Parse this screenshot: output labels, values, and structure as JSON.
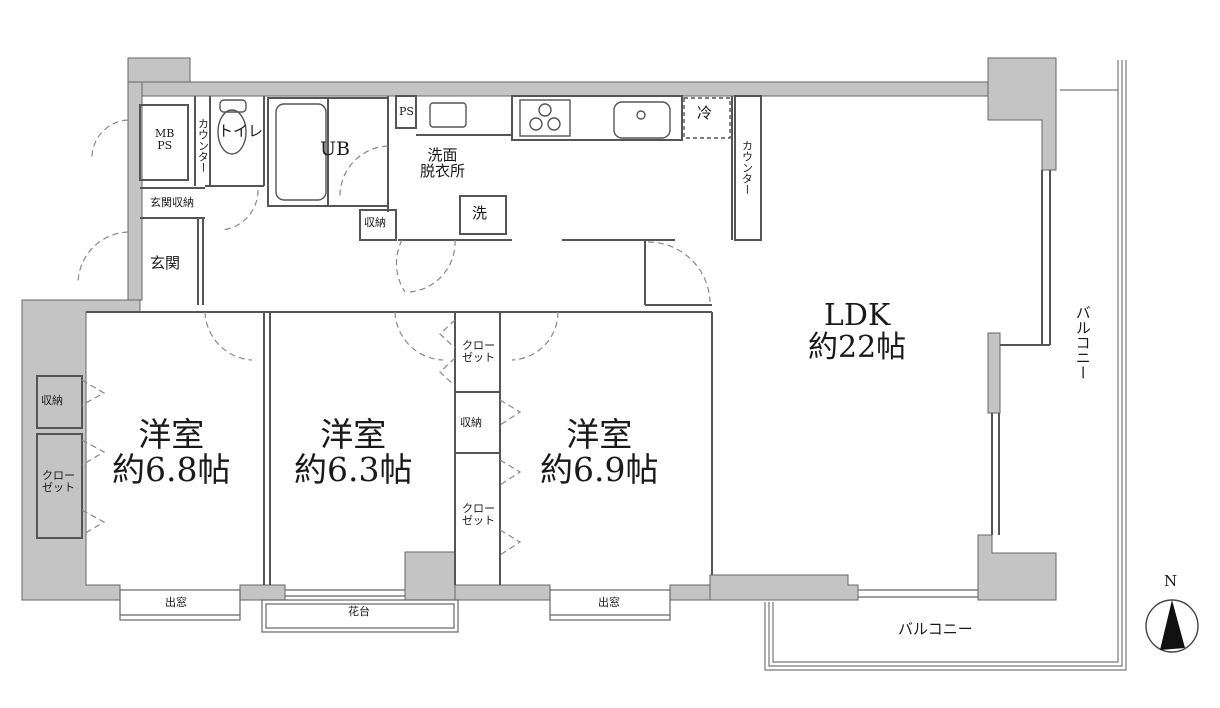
{
  "plan": {
    "rooms": {
      "ldk": {
        "name": "LDK",
        "size": "約22帖"
      },
      "bedroom_west": {
        "name": "洋室",
        "size": "約6.8帖"
      },
      "bedroom_center": {
        "name": "洋室",
        "size": "約6.3帖"
      },
      "bedroom_east": {
        "name": "洋室",
        "size": "約6.9帖"
      }
    },
    "labels": {
      "mb_ps_1": "MB",
      "mb_ps_2": "PS",
      "toilet": "トイレ",
      "counter_toilet": "カウンター",
      "ub": "UB",
      "ps": "PS",
      "washroom_1": "洗面",
      "washroom_2": "脱衣所",
      "washer": "洗",
      "storage_hall": "収納",
      "fridge": "冷",
      "counter_kitchen": "カウンター",
      "genkan_storage": "玄関収納",
      "genkan": "玄関",
      "storage_west": "収納",
      "closet_west_1": "クロー",
      "closet_west_2": "ゼット",
      "closet_center_1": "クロー",
      "closet_center_2": "ゼット",
      "storage_center": "収納",
      "closet_center_low_1": "クロー",
      "closet_center_low_2": "ゼット",
      "bay_window_west": "出窓",
      "flower_box": "花台",
      "bay_window_east": "出窓",
      "balcony_east": "バルコニー",
      "balcony_south": "バルコニー",
      "north": "N"
    },
    "colors": {
      "wall": "#c4c4c4",
      "line": "#555555",
      "background": "#ffffff"
    }
  }
}
